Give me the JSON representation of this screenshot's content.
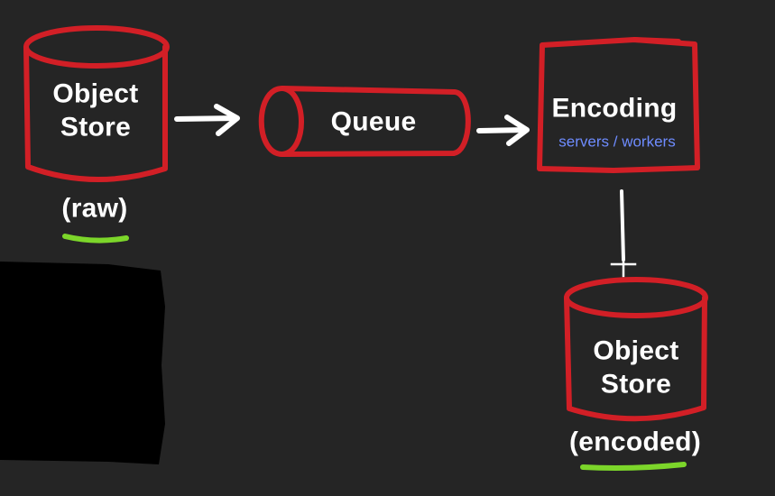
{
  "diagram": {
    "nodes": {
      "object_store_raw": {
        "line1": "Object",
        "line2": "Store",
        "tag": "(raw)"
      },
      "queue": {
        "label": "Queue"
      },
      "encoding": {
        "label": "Encoding",
        "sublabel": "servers / workers"
      },
      "object_store_encoded": {
        "line1": "Object",
        "line2": "Store",
        "tag": "(encoded)"
      }
    },
    "colors": {
      "background": "#252525",
      "outline": "#d21f26",
      "arrow": "#ffffff",
      "underline": "#7cd62a",
      "sublabel": "#6e8cff",
      "redaction": "#000000"
    },
    "icons": {
      "cursor": "crosshair-cursor-icon"
    }
  }
}
